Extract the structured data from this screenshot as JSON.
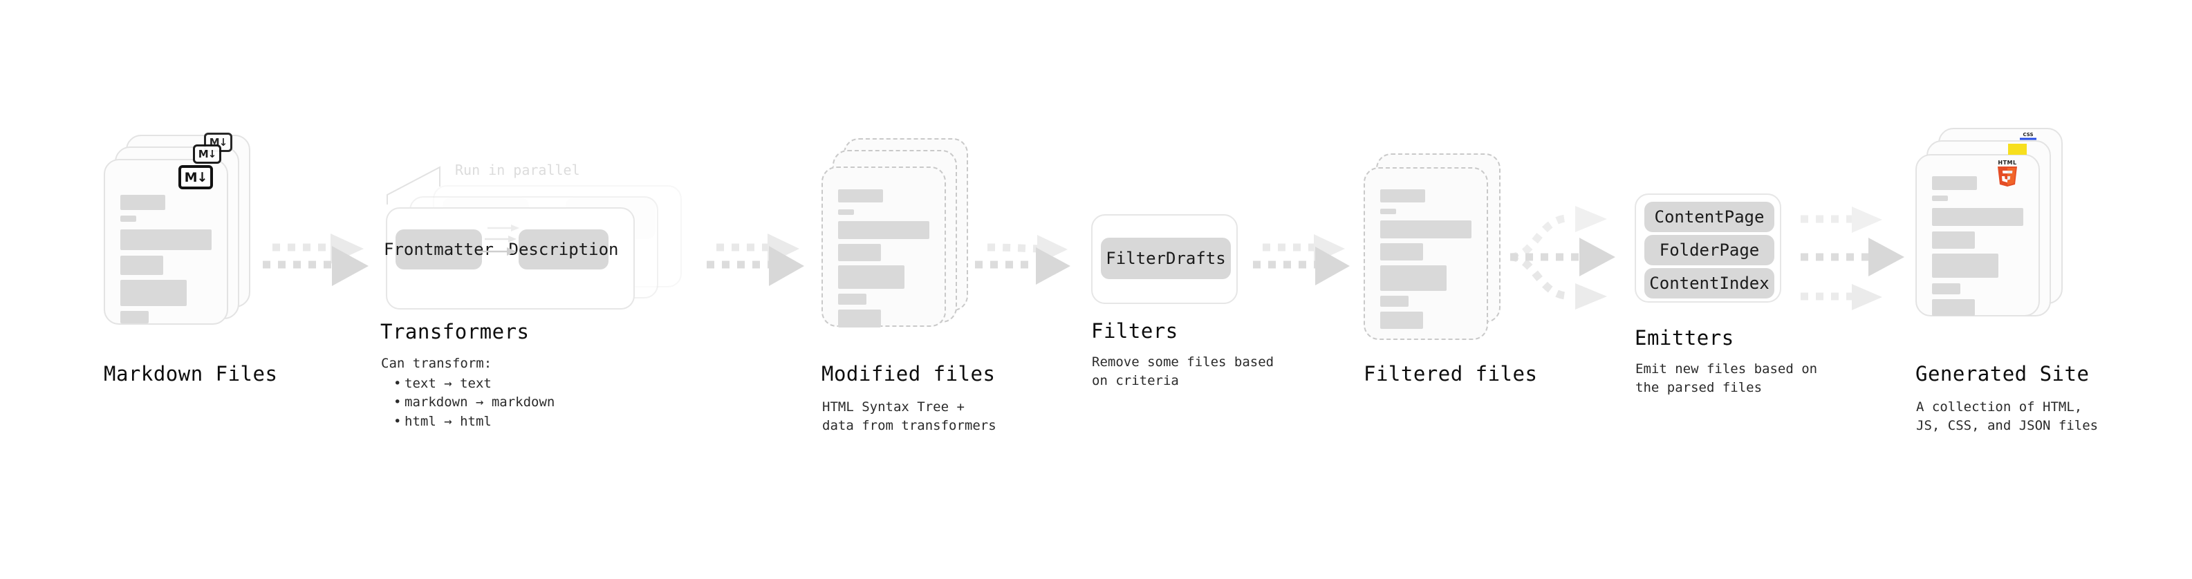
{
  "diagram": {
    "title_font_note": "monospace",
    "stages": [
      {
        "id": "markdown-files",
        "title": "Markdown Files",
        "subtitle": "",
        "badge": "markdown-icon",
        "badge_text": "M"
      },
      {
        "id": "transformers",
        "title": "Transformers",
        "subtitle": "",
        "annotation": "Run in parallel",
        "pills": [
          "Frontmatter",
          "Description"
        ],
        "list_heading": "Can transform:",
        "list_items": [
          "text → text",
          "markdown → markdown",
          "html → html"
        ]
      },
      {
        "id": "modified-files",
        "title": "Modified files",
        "subtitle": "HTML Syntax Tree +\ndata from transformers"
      },
      {
        "id": "filters",
        "title": "Filters",
        "subtitle": "Remove some files based\non criteria",
        "pills": [
          "FilterDrafts"
        ]
      },
      {
        "id": "filtered-files",
        "title": "Filtered files",
        "subtitle": ""
      },
      {
        "id": "emitters",
        "title": "Emitters",
        "subtitle": "Emit new files based on\nthe parsed files",
        "pills": [
          "ContentPage",
          "FolderPage",
          "ContentIndex"
        ]
      },
      {
        "id": "generated-site",
        "title": "Generated Site",
        "subtitle": "A collection of HTML,\nJS, CSS, and JSON files",
        "badges": [
          "html5-icon",
          "js-icon",
          "css-icon"
        ],
        "badge_texts": {
          "html5": "HTML",
          "html5_digit": "5",
          "css": "CSS"
        }
      }
    ],
    "colors": {
      "background": "#ffffff",
      "text": "#111111",
      "pill_fill": "#d8d8d8",
      "line_fill": "#d9d9d9",
      "card_border": "#e3e3e3",
      "dashed_border": "#c9c9c9",
      "arrow": "#dcdcdc",
      "annotation": "#dcdcdc",
      "html5_orange": "#e44d26",
      "html5_orange_light": "#f16529",
      "js_yellow": "#f7df1e",
      "css_blue": "#264de4"
    }
  }
}
